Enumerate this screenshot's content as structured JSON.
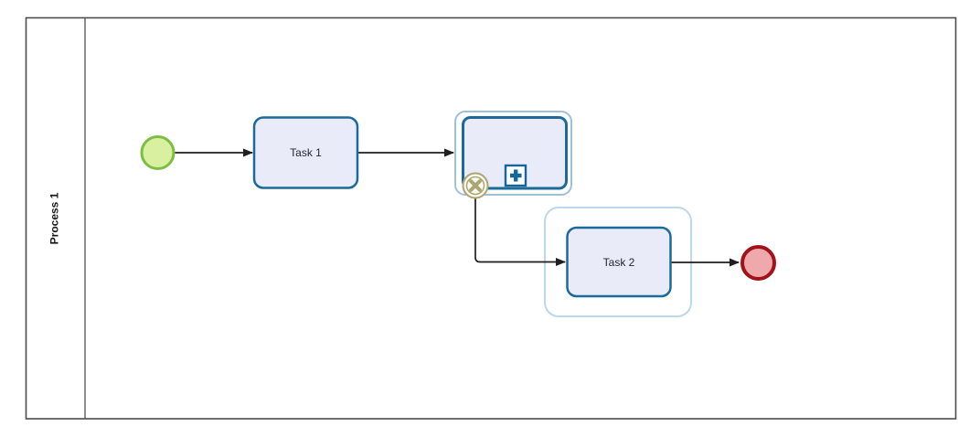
{
  "colors": {
    "pool_border": "#4d4d4d",
    "pool_label": "#1a1a1a",
    "flow": "#1f1f1f",
    "task_border": "#1a6b9a",
    "task_fill": "#e9ebf9",
    "task_text": "#1f2430",
    "subprocess_outer_border": "#9ec1da",
    "marker_color": "#15679b",
    "boundary_border": "#aba573",
    "boundary_fill": "#fcfbf2",
    "group_border": "#bcd8ea",
    "start_border": "#7cbe42",
    "start_fill": "#d9f0a0",
    "end_border": "#a31218",
    "end_fill": "#efa9ac"
  },
  "diagram": {
    "pool": {
      "label": "Process 1"
    },
    "nodes": {
      "start": {
        "kind": "start-event"
      },
      "task1": {
        "kind": "task",
        "label": "Task 1"
      },
      "subprocess": {
        "kind": "collapsed-subprocess",
        "marker": "plus"
      },
      "boundary": {
        "kind": "cancel-boundary-event"
      },
      "group": {
        "kind": "group"
      },
      "task2": {
        "kind": "task",
        "label": "Task 2"
      },
      "end": {
        "kind": "end-event"
      }
    }
  }
}
